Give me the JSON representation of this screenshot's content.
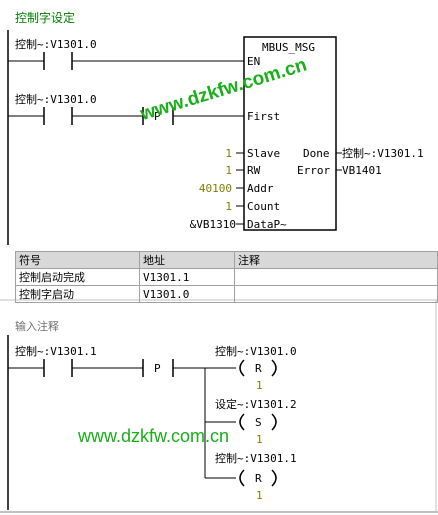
{
  "network1": {
    "title": "控制字设定",
    "contact1_label": "控制~:V1301.0",
    "contact2_label": "控制~:V1301.0",
    "p_label": "P",
    "block": {
      "name": "MBUS_MSG",
      "pins_in": [
        "EN",
        "First",
        "Slave",
        "RW",
        "Addr",
        "Count",
        "DataP~"
      ],
      "pins_out": [
        "Done",
        "Error"
      ],
      "in_values": [
        "1",
        "1",
        "40100",
        "1",
        "&VB1310"
      ],
      "out_values": [
        "控制~:V1301.1",
        "VB1401"
      ]
    },
    "symbol_table": {
      "headers": [
        "符号",
        "地址",
        "注释"
      ],
      "rows": [
        {
          "symbol": "控制启动完成",
          "address": "V1301.1",
          "comment": ""
        },
        {
          "symbol": "控制字启动",
          "address": "V1301.0",
          "comment": ""
        }
      ]
    }
  },
  "network2": {
    "title": "输入注释",
    "contact_label": "控制~:V1301.1",
    "p_label": "P",
    "coils": [
      {
        "label": "控制~:V1301.0",
        "type": "R",
        "count": "1"
      },
      {
        "label": "设定~:V1301.2",
        "type": "S",
        "count": "1"
      },
      {
        "label": "控制~:V1301.1",
        "type": "R",
        "count": "1"
      }
    ]
  },
  "watermark": {
    "text1": "www.dzkfw.com.cn",
    "text2": "www.dzkfw.com.cn"
  },
  "colors": {
    "title": "#008000",
    "note": "#707070",
    "value": "#808000",
    "watermark": "#18b018"
  }
}
